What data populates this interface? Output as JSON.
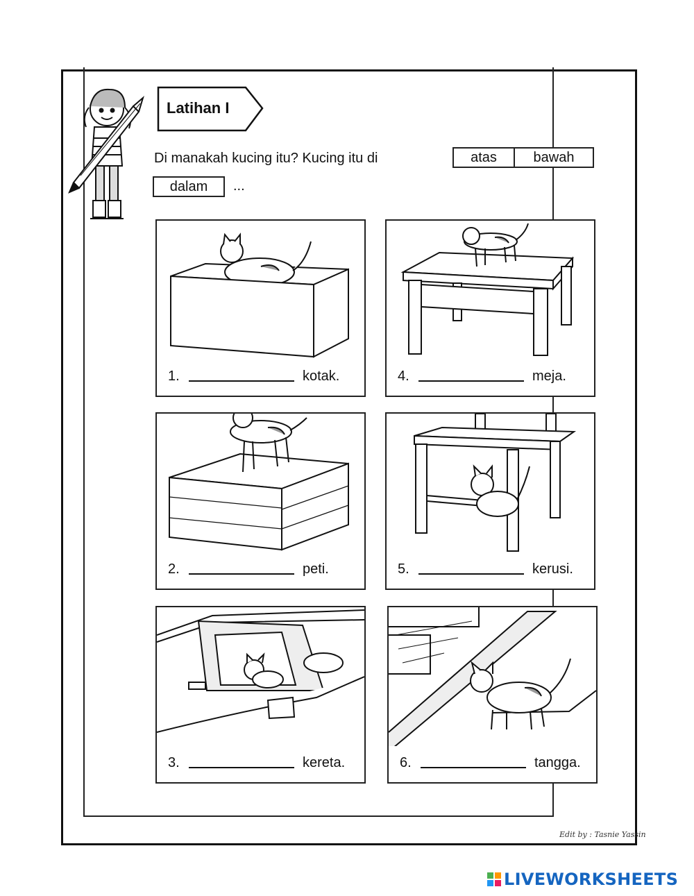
{
  "worksheet": {
    "title": "Latihan I",
    "question": "Di manakah kucing itu? Kucing itu di",
    "options": [
      "atas",
      "bawah",
      "dalam"
    ],
    "ellipsis": "...",
    "items": [
      {
        "number": "1.",
        "word": "kotak."
      },
      {
        "number": "2.",
        "word": "peti."
      },
      {
        "number": "3.",
        "word": "kereta."
      },
      {
        "number": "4.",
        "word": "meja."
      },
      {
        "number": "5.",
        "word": "kerusi."
      },
      {
        "number": "6.",
        "word": "tangga."
      }
    ],
    "credit": "Edit by : Tasnie Yassin"
  },
  "branding": {
    "name": "LIVEWORKSHEETS",
    "color": "#1565c0",
    "logo_colors": [
      "#4caf50",
      "#ff9800",
      "#2196f3",
      "#e91e63"
    ]
  }
}
